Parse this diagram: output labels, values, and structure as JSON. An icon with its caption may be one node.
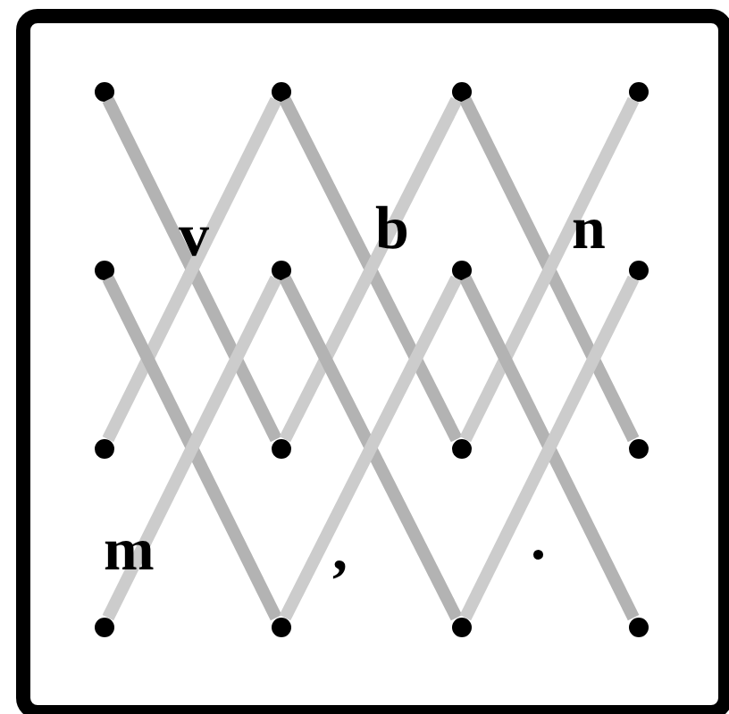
{
  "diagram": {
    "nodes": [
      {
        "text": [],
        "shape": "circle"
      },
      {
        "text": [],
        "shape": "circle"
      },
      {
        "text": [],
        "shape": "circle"
      },
      {
        "text": [],
        "shape": "circle"
      },
      {
        "text": [],
        "shape": "circle"
      },
      {
        "text": [],
        "shape": "circle"
      },
      {
        "text": [],
        "shape": "circle"
      },
      {
        "text": [],
        "shape": "circle"
      },
      {
        "text": [],
        "shape": "circle"
      },
      {
        "text": [],
        "shape": "circle"
      },
      {
        "text": [],
        "shape": "circle"
      },
      {
        "text": [],
        "shape": "circle"
      },
      {
        "text": [],
        "shape": "circle"
      },
      {
        "text": [],
        "shape": "circle"
      },
      {
        "text": [],
        "shape": "circle"
      },
      {
        "text": [],
        "shape": "circle"
      }
    ],
    "edges": [
      {
        "from": 0,
        "to": 9,
        "arrow": "none",
        "color": "#b3b3b3"
      },
      {
        "from": 1,
        "to": 8,
        "arrow": "none",
        "color": "#cccccc"
      },
      {
        "from": 1,
        "to": 10,
        "arrow": "none",
        "color": "#b3b3b3"
      },
      {
        "from": 2,
        "to": 9,
        "arrow": "none",
        "color": "#cccccc"
      },
      {
        "from": 2,
        "to": 11,
        "arrow": "none",
        "color": "#b3b3b3"
      },
      {
        "from": 3,
        "to": 10,
        "arrow": "none",
        "color": "#cccccc"
      },
      {
        "from": 4,
        "to": 13,
        "arrow": "none",
        "color": "#b3b3b3"
      },
      {
        "from": 5,
        "to": 12,
        "arrow": "none",
        "color": "#cccccc"
      },
      {
        "from": 5,
        "to": 14,
        "arrow": "none",
        "color": "#b3b3b3"
      },
      {
        "from": 6,
        "to": 13,
        "arrow": "none",
        "color": "#cccccc"
      },
      {
        "from": 6,
        "to": 15,
        "arrow": "none",
        "color": "#b3b3b3"
      },
      {
        "from": 7,
        "to": 14,
        "arrow": "none",
        "color": "#cccccc"
      }
    ],
    "labels": [
      "v",
      "b",
      "n",
      "m",
      ",",
      "."
    ]
  }
}
